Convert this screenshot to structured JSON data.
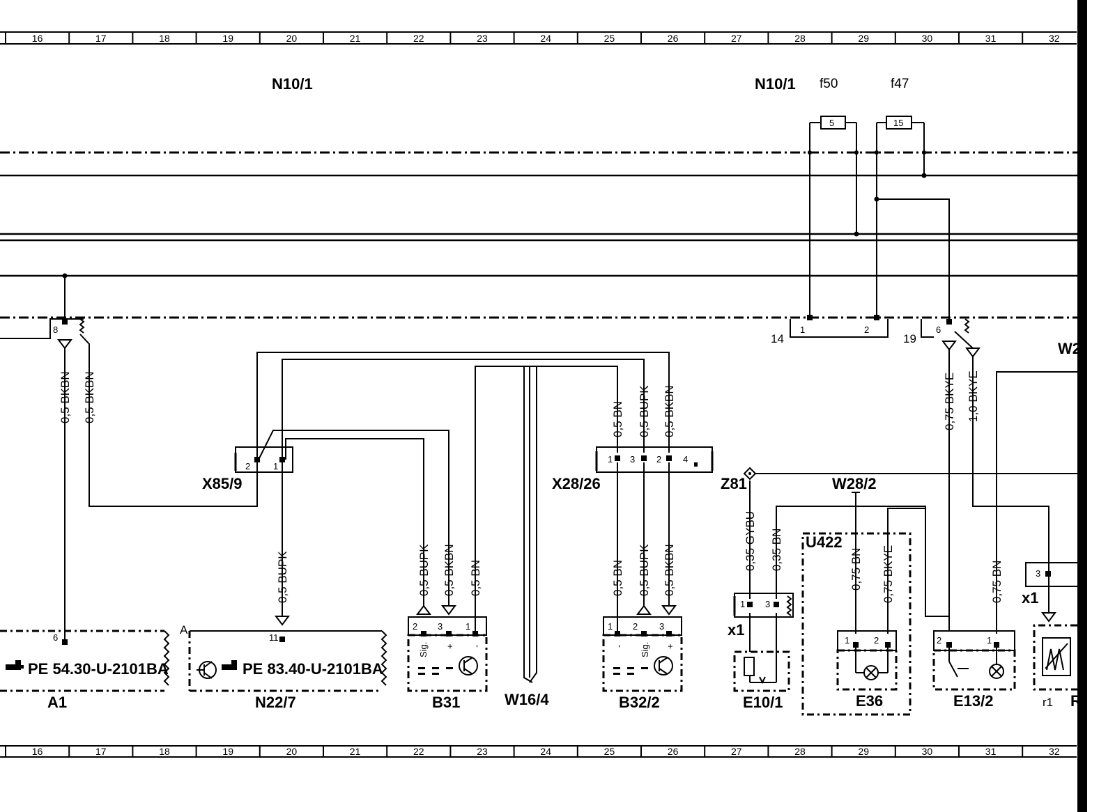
{
  "grid": {
    "columns": [
      "16",
      "17",
      "18",
      "19",
      "20",
      "21",
      "22",
      "23",
      "24",
      "25",
      "26",
      "27",
      "28",
      "29",
      "30",
      "31",
      "32"
    ]
  },
  "headers": {
    "n10_1_left": "N10/1",
    "n10_1_right": "N10/1"
  },
  "fuses": {
    "f50": {
      "name": "f50",
      "rating": "5"
    },
    "f47": {
      "name": "f47",
      "rating": "15"
    }
  },
  "connectors": {
    "x85_9": {
      "name": "X85/9",
      "pins": [
        "2",
        "1"
      ]
    },
    "x28_26": {
      "name": "X28/26",
      "pins": [
        "1",
        "3",
        "2",
        "4"
      ]
    },
    "block14": {
      "name": "14",
      "pins": [
        "1",
        "2"
      ]
    },
    "block19": {
      "name": "19",
      "pins": [
        "6"
      ]
    },
    "a1_pin": "8",
    "x1_left": {
      "name": "x1",
      "pins": [
        "1",
        "3"
      ]
    },
    "x1_right": {
      "name": "x1",
      "pins": [
        "3"
      ]
    }
  },
  "wires": {
    "a1_bkbn_a": "0,5  BKBN",
    "a1_bkbn_b": "0,5  BKBN",
    "x28_bn": "0,5  BN",
    "x28_bupk": "0,5  BUPK",
    "x28_bkbn": "0,5  BKBN",
    "n22_bupk": "0,5  BUPK",
    "b31_bupk": "0,5  BUPK",
    "b31_bkbn": "0,5  BKBN",
    "b31_bn": "0,5  BN",
    "b32_bn": "0,5  BN",
    "b32_bupk": "0,5  BUPK",
    "b32_bkbn": "0,5  BKBN",
    "e10_gybu": "0,35  GYBU",
    "e10_bn": "0,35  BN",
    "e36_bn": "0,75  BN",
    "e36_bkye": "0,75  BKYE",
    "e13_bkye": "0,75  BKYE",
    "r_bkye": "1,0  BKYE",
    "e13_bn": "0,75  BN"
  },
  "components": {
    "a1": {
      "name": "A1",
      "ref": "PE  54.30-U-2101BA",
      "pin": "6"
    },
    "n22_7": {
      "name": "N22/7",
      "ref": "PE  83.40-U-2101BA",
      "pin": "11",
      "corner": "A"
    },
    "b31": {
      "name": "B31",
      "pins": [
        "2",
        "3",
        "1"
      ],
      "terms": [
        "Sig.",
        "+",
        "-"
      ]
    },
    "w16_4": {
      "name": "W16/4"
    },
    "b32_2": {
      "name": "B32/2",
      "pins": [
        "1",
        "2",
        "3"
      ],
      "terms": [
        "-",
        "Sig.",
        "+"
      ]
    },
    "z81": {
      "name": "Z81"
    },
    "w28_2": {
      "name": "W28/2"
    },
    "u422": {
      "name": "U422"
    },
    "e10_1": {
      "name": "E10/1"
    },
    "e36": {
      "name": "E36",
      "pins": [
        "1",
        "2"
      ]
    },
    "e13_2": {
      "name": "E13/2",
      "pins": [
        "2",
        "1"
      ]
    },
    "w2_partial": {
      "name": "W2"
    },
    "r_partial": {
      "name": "R",
      "sub": "r1"
    }
  },
  "icons": [
    "hand-pointer-icon",
    "transistor-icon",
    "lamp-icon",
    "heater-icon",
    "ground-icon",
    "switch-icon"
  ]
}
